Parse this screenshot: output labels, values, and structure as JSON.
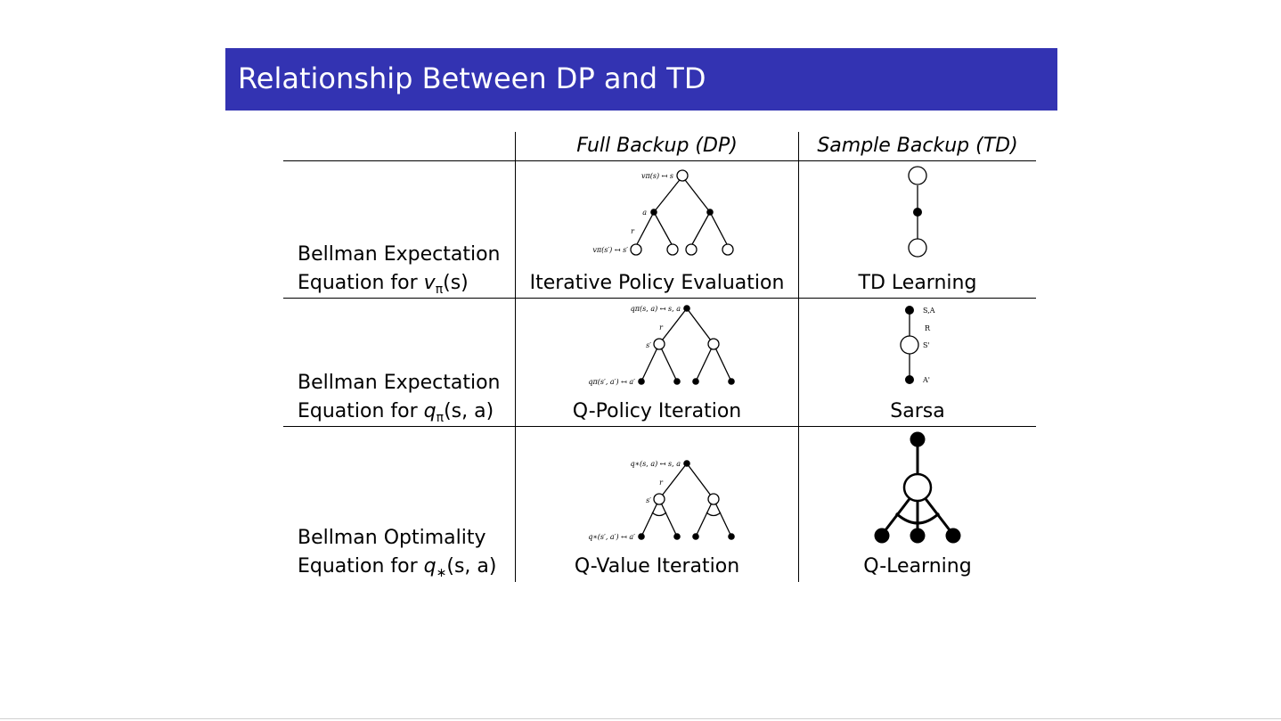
{
  "title": "Relationship Between DP and TD",
  "columns": {
    "dp": "Full Backup (DP)",
    "td": "Sample Backup (TD)"
  },
  "rows": [
    {
      "label_line1": "Bellman Expectation",
      "label_line2_prefix": "Equation for ",
      "label_math_func": "v",
      "label_math_sub": "π",
      "label_math_args": "(s)",
      "dp_caption": "Iterative Policy Evaluation",
      "td_caption": "TD Learning",
      "dp_diagram": {
        "top_label": "vπ(s) ↤ s",
        "a_label": "a",
        "r_label": "r",
        "bottom_label": "vπ(s′) ↤ s′"
      }
    },
    {
      "label_line1": "Bellman Expectation",
      "label_line2_prefix": "Equation for ",
      "label_math_func": "q",
      "label_math_sub": "π",
      "label_math_args": "(s, a)",
      "dp_caption": "Q-Policy Iteration",
      "td_caption": "Sarsa",
      "dp_diagram": {
        "top_label": "qπ(s, a) ↤ s, a",
        "r_label": "r",
        "s_label": "s′",
        "bottom_label": "qπ(s′, a′) ↤ a′"
      },
      "td_diagram": {
        "sa_label": "S,A",
        "r_label": "R",
        "s_label": "S'",
        "a_label": "A'"
      }
    },
    {
      "label_line1": "Bellman Optimality",
      "label_line2_prefix": "Equation for ",
      "label_math_func": "q",
      "label_math_sub": "∗",
      "label_math_args": "(s, a)",
      "dp_caption": "Q-Value Iteration",
      "td_caption": "Q-Learning",
      "dp_diagram": {
        "top_label": "q∗(s, a) ↤ s, a",
        "r_label": "r",
        "s_label": "s′",
        "bottom_label": "q∗(s′, a′) ↤ a′"
      }
    }
  ]
}
